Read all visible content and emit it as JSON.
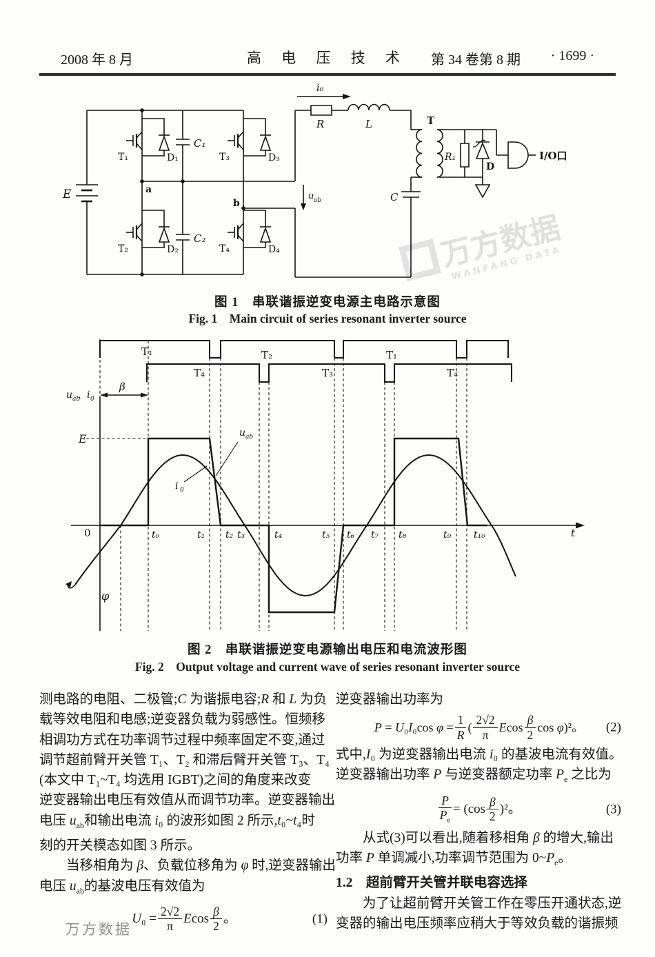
{
  "header": {
    "date": "2008 年 8 月",
    "journal": "高 电 压 技 术",
    "issue": "第 34 卷第 8 期",
    "pageno": "· 1699 ·"
  },
  "fig1": {
    "caption_zh": "图 1　串联谐振逆变电源主电路示意图",
    "caption_en": "Fig. 1　Main circuit of series resonant inverter source",
    "labels": {
      "E": "E",
      "a": "a",
      "b": "b",
      "T1": "T₁",
      "D1": "D₁",
      "C1": "C₁",
      "T2": "T₂",
      "D2": "D₂",
      "C2": "C₂",
      "T3": "T₃",
      "D3": "D₃",
      "T4": "T₄",
      "D4": "D₄",
      "i0": "i₀",
      "u": "u",
      "uab_sub": "ab",
      "R": "R",
      "L": "L",
      "T": "T",
      "C": "C",
      "R1": "R₁",
      "D": "D",
      "io": "I/O口"
    }
  },
  "fig2": {
    "caption_zh": "图 2　串联谐振逆变电源输出电压和电流波形图",
    "caption_en": "Fig. 2　Output voltage and current wave of series resonant inverter source",
    "row1": [
      "T₁",
      "T₂",
      "T₁"
    ],
    "row2": [
      "T₄",
      "T₃",
      "T₄"
    ],
    "ticks": [
      "t₀",
      "t₁",
      "t₂",
      "t₃",
      "t₄",
      "t₅",
      "t₆",
      "t₇",
      "t₈",
      "t₉",
      "t₁₀"
    ],
    "labels": {
      "axis_u": "u",
      "axis_usub": "ab",
      "axis_sep": "、",
      "axis_i": "i",
      "axis_isub": "0",
      "beta": "β",
      "E": "E",
      "zero": "0",
      "phi": "φ",
      "t": "t",
      "u": "u",
      "usub": "ab",
      "i": "i",
      "isub": "0"
    }
  },
  "columns": {
    "left_a": [
      "测电路的电阻、二极管;*C* 为谐振电容;*R* 和 *L* 为负",
      "载等效电阻和电感;逆变器负载为弱感性。恒频移",
      "相调功方式在功率调节过程中频率固定不变,通过",
      "调节超前臂开关管 T₁、T₂ 和滞后臂开关管 T₃、T₄",
      "(本文中 T₁~T₄ 均选用 IGBT)之间的角度来改变",
      "逆变器输出电压有效值从而调节功率。逆变器输出",
      "电压 *u*_{ab}和输出电流 *i*₀ 的波形如图 2 所示,*t*₀~*t*₄时",
      "刻的开关模态如图 3 所示。",
      "　　当移相角为 *β*、负载位移角为 *φ* 时,逆变器输出",
      "电压 *u*_{ab}的基波电压有效值为"
    ],
    "right_a": [
      "逆变器输出功率为"
    ],
    "right_b": [
      "式中,*I*₀ 为逆变器输出电流 *i*₀ 的基波电流有效值。",
      "逆变器输出功率 *P* 与逆变器额定功率 *P*_{e} 之比为"
    ],
    "right_c": [
      "　　从式(3)可以看出,随着移相角 *β* 的增大,输出",
      "功率 *P* 单调减小,功率调节范围为 0~*P*_{e}。",
      "**1.2　超前臂开关管并联电容选择**",
      "　　为了让超前臂开关管工作在零压开通状态,逆",
      "变器的输出电压频率应稍大于等效负载的谐振频"
    ]
  },
  "eq1": {
    "lhs": "*U*₀ = ",
    "f1n": "2√2",
    "f1d": "π",
    "mid": "*E*cos ",
    "f2n": "*β*",
    "f2d": "2",
    "end": "。",
    "tag": "(1)"
  },
  "eq2": {
    "lhs": "*P* = *U*₀*I*₀cos *φ* = ",
    "f1n": "1",
    "f1d": "*R*",
    "open": "(",
    "f2n": "2√2",
    "f2d": "π",
    "mid": "*E*cos ",
    "f3n": "*β*",
    "f3d": "2",
    "end": "cos *φ*)²。",
    "tag": "(2)"
  },
  "eq3": {
    "f1n": "*P*",
    "f1d": "*P*_{e}",
    "mid": " = (cos ",
    "f2n": "*β*",
    "f2d": "2",
    "end": ")²。",
    "tag": "(3)"
  },
  "watermark": {
    "fig_zh": "万方数据",
    "fig_en": "WANFANG DATA",
    "footer": "万方数据"
  }
}
